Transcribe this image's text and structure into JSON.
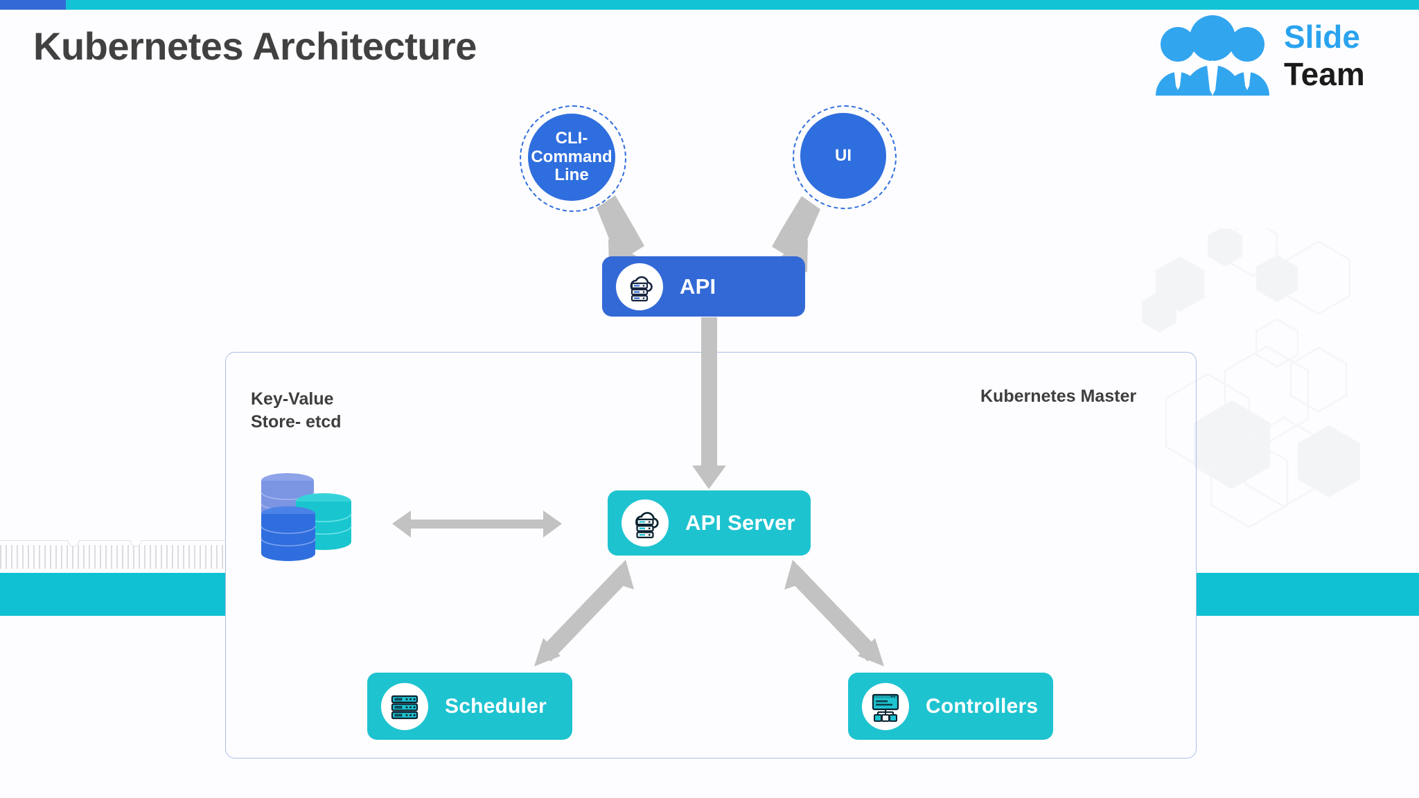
{
  "page": {
    "title": "Kubernetes Architecture",
    "background": "#fdfdff",
    "accent_teal": "#11c3d4",
    "accent_blue": "#3369d6"
  },
  "brand": {
    "name_part1": "Slide",
    "name_part2": "Team",
    "color_part1": "#2aa3ef",
    "color_part2": "#1b1b1b",
    "logo_icon": "people-group-icon"
  },
  "clients": [
    {
      "id": "cli",
      "label": "CLI-\nCommand\nLine",
      "shape": "circle",
      "fill": "#2f6ede",
      "ring": "dashed",
      "text_color": "#ffffff"
    },
    {
      "id": "ui",
      "label": "UI",
      "shape": "circle",
      "fill": "#2f6ede",
      "ring": "dashed",
      "text_color": "#ffffff"
    }
  ],
  "nodes": [
    {
      "id": "api",
      "label": "API",
      "fill": "#3369d6",
      "icon": "cloud-server-icon"
    },
    {
      "id": "api-server",
      "label": "API Server",
      "fill": "#1ec3d0",
      "icon": "cloud-server-icon"
    },
    {
      "id": "scheduler",
      "label": "Scheduler",
      "fill": "#1ec3d0",
      "icon": "server-rack-icon"
    },
    {
      "id": "controllers",
      "label": "Controllers",
      "fill": "#1ec3d0",
      "icon": "controller-hierarchy-icon"
    }
  ],
  "container": {
    "label": "Kubernetes Master",
    "border_color": "#a9bfe6"
  },
  "store": {
    "label_line1": "Key-Value",
    "label_line2": "Store- etcd",
    "icon": "database-cylinders-icon",
    "colors": [
      "#7b95e3",
      "#19c6cf",
      "#2f6ede"
    ]
  },
  "connections": [
    {
      "from": "cli",
      "to": "api",
      "direction": "one-way",
      "color": "#c2c2c2"
    },
    {
      "from": "ui",
      "to": "api",
      "direction": "one-way",
      "color": "#c2c2c2"
    },
    {
      "from": "api",
      "to": "api-server",
      "direction": "one-way",
      "color": "#c2c2c2"
    },
    {
      "from": "store",
      "to": "api-server",
      "direction": "two-way",
      "color": "#c2c2c2"
    },
    {
      "from": "api-server",
      "to": "scheduler",
      "direction": "two-way",
      "color": "#c2c2c2"
    },
    {
      "from": "api-server",
      "to": "controllers",
      "direction": "two-way",
      "color": "#c2c2c2"
    }
  ],
  "decor": {
    "hexagons": "faint-hexagon-pattern",
    "ruler": "tick-ruler-strip",
    "band_color": "#0fc1d2"
  }
}
